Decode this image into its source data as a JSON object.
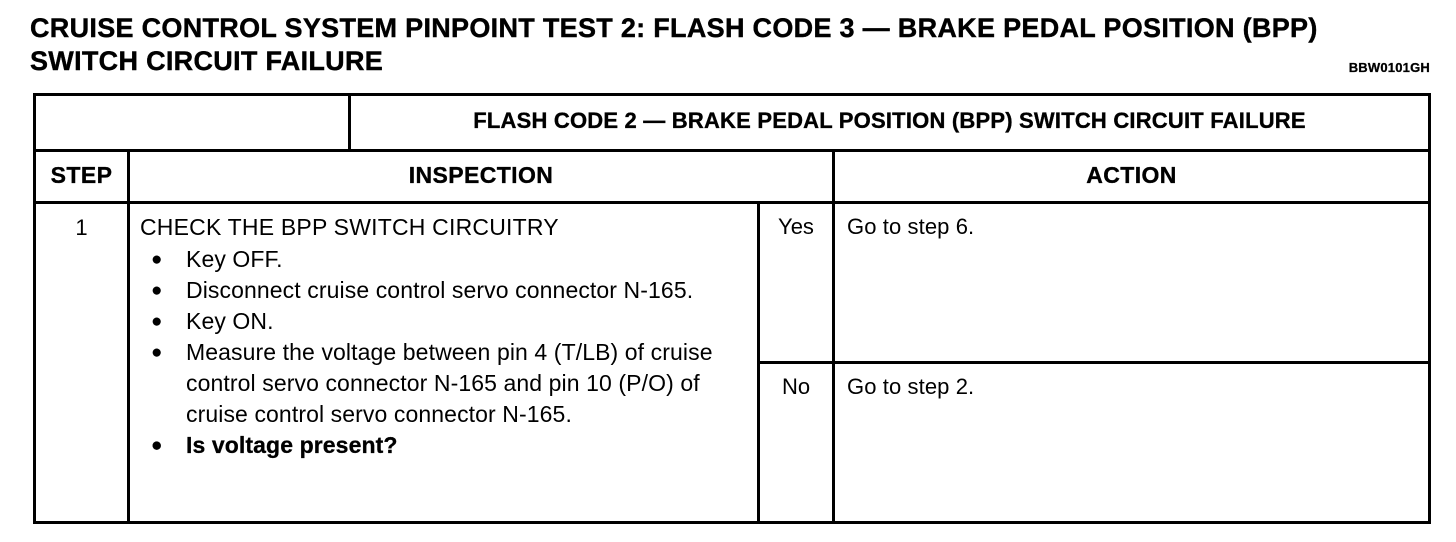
{
  "document": {
    "title": "CRUISE CONTROL SYSTEM PINPOINT TEST 2: FLASH CODE 3 — BRAKE PEDAL POSITION (BPP) SWITCH CIRCUIT FAILURE",
    "reference_code": "BBW0101GH"
  },
  "table": {
    "banner": "FLASH CODE 2 — BRAKE PEDAL POSITION (BPP) SWITCH CIRCUIT FAILURE",
    "headers": {
      "blank": "",
      "step": "STEP",
      "inspection": "INSPECTION",
      "action": "ACTION"
    },
    "rows": [
      {
        "step": "1",
        "inspection_title": "CHECK THE BPP SWITCH CIRCUITRY",
        "bullet_glyph": "●",
        "items": [
          {
            "text": "Key OFF.",
            "bold": false
          },
          {
            "text": "Disconnect cruise control servo connector N-165.",
            "bold": false
          },
          {
            "text": "Key ON.",
            "bold": false
          },
          {
            "text": "Measure the voltage between pin 4 (T/LB) of cruise control servo connector N-165 and pin 10 (P/O) of cruise control servo connector N-165.",
            "bold": false
          },
          {
            "text": "Is voltage present?",
            "bold": true
          }
        ],
        "results": [
          {
            "answer": "Yes",
            "action": "Go to step 6."
          },
          {
            "answer": "No",
            "action": "Go to step 2."
          }
        ]
      }
    ]
  },
  "colors": {
    "ink": "#000000",
    "page": "#ffffff"
  }
}
